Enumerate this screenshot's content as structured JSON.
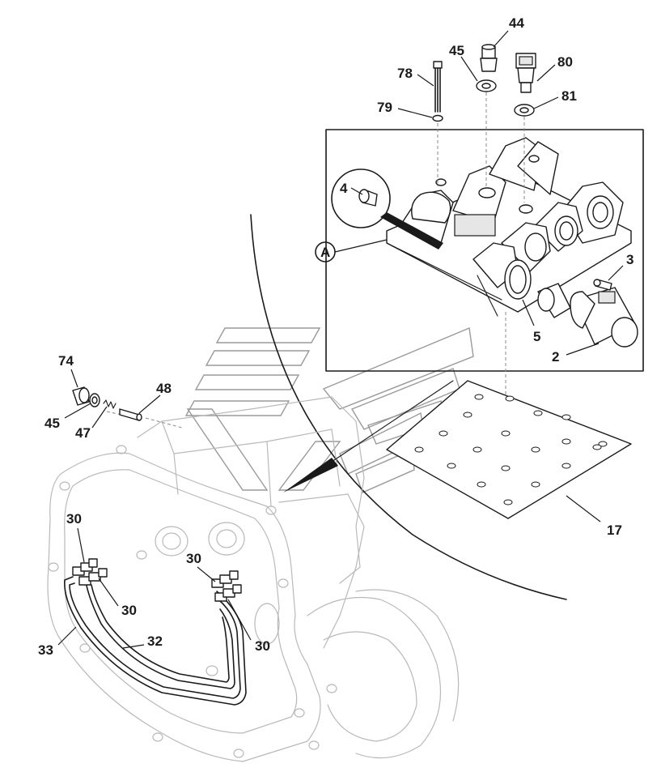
{
  "diagram": {
    "callouts": {
      "c44": "44",
      "c45_top": "45",
      "c78": "78",
      "c79": "79",
      "c80": "80",
      "c81": "81",
      "c4": "4",
      "cA": "A",
      "c3": "3",
      "c5": "5",
      "c2": "2",
      "c74": "74",
      "c48": "48",
      "c45_left": "45",
      "c47": "47",
      "c17": "17",
      "c30_a": "30",
      "c30_b": "30",
      "c30_c": "30",
      "c30_d": "30",
      "c32": "32",
      "c33": "33"
    }
  }
}
